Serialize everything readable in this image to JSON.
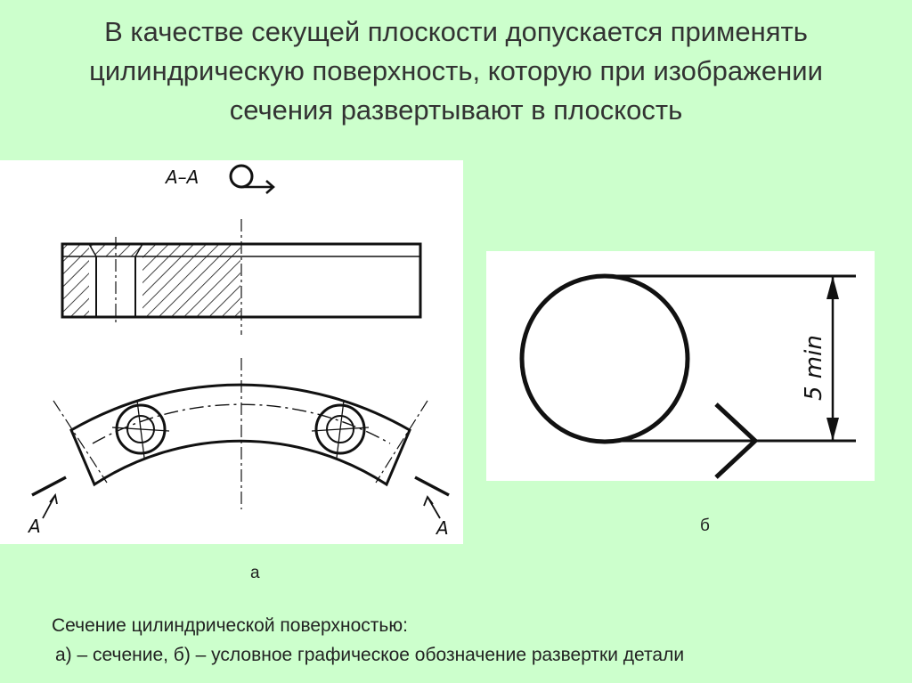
{
  "slide": {
    "title_lines": [
      "В качестве секущей плоскости допускается применять",
      "цилиндрическую поверхность, которую при изображении",
      "сечения развертывают в плоскость"
    ]
  },
  "figure_a": {
    "section_label": "А–А",
    "cut_marker_left": "А",
    "cut_marker_right": "А",
    "caption_letter": "а"
  },
  "figure_b": {
    "dimension_text": "5 min",
    "caption_letter": "б"
  },
  "caption": {
    "line1": "Сечение цилиндрической поверхностью:",
    "line2": "а) – сечение, б) – условное графическое обозначение развертки детали"
  }
}
